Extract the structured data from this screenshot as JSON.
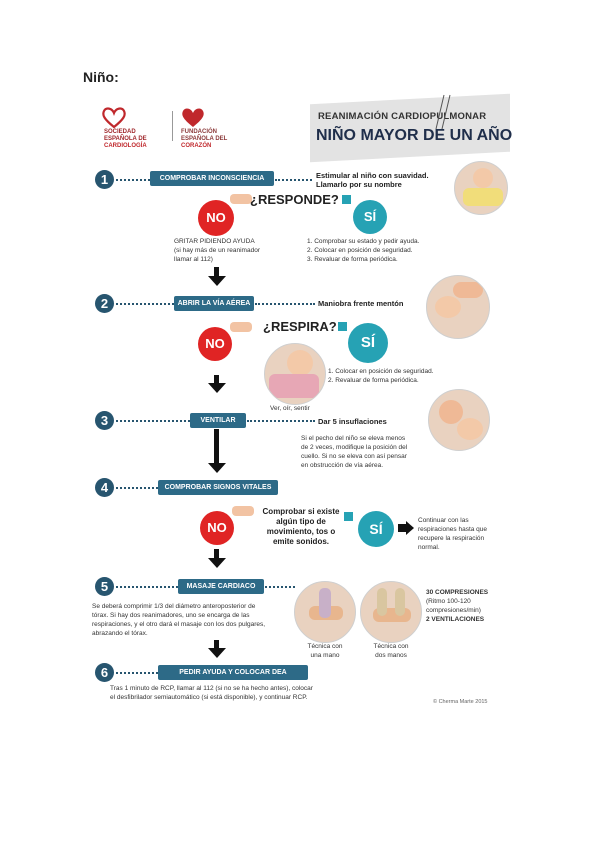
{
  "heading": "Niño:",
  "logos": {
    "left": [
      "SOCIEDAD",
      "ESPAÑOLA DE",
      "CARDIOLOGÍA"
    ],
    "right": [
      "FUNDACIÓN",
      "ESPAÑOLA DEL",
      "CORAZÓN"
    ]
  },
  "banner": {
    "line1": "REANIMACIÓN CARDIOPULMONAR",
    "line2": "NIÑO MAYOR DE UN AÑO"
  },
  "steps": [
    {
      "num": "1",
      "label": "COMPROBAR INCONSCIENCIA",
      "note": "Estimular al niño con suavidad. Llamarlo por su nombre"
    },
    {
      "num": "2",
      "label": "ABRIR LA VÍA AÉREA",
      "note": "Maniobra frente mentón"
    },
    {
      "num": "3",
      "label": "VENTILAR",
      "note": "Dar 5 insuflaciones"
    },
    {
      "num": "4",
      "label": "COMPROBAR SIGNOS VITALES",
      "note": ""
    },
    {
      "num": "5",
      "label": "MASAJE CARDIACO",
      "note": ""
    },
    {
      "num": "6",
      "label": "PEDIR AYUDA Y COLOCAR DEA",
      "note": ""
    }
  ],
  "no": "NO",
  "si": "SÍ",
  "q1": "¿RESPONDE?",
  "q2": "¿RESPIRA?",
  "q4": [
    "Comprobar si existe",
    "algún tipo de",
    "movimiento, tos o",
    "emite sonidos."
  ],
  "no1_text": [
    "GRITAR PIDIENDO AYUDA",
    "(si hay más de un reanimador",
    "llamar al 112)"
  ],
  "si1_items": [
    "1. Comprobar su estado y pedir ayuda.",
    "2. Colocar en posición de seguridad.",
    "3. Revaluar de forma periódica."
  ],
  "si2_items": [
    "1. Colocar en posición de seguridad.",
    "2. Revaluar de forma periódica."
  ],
  "ver_oir": "Ver, oír, sentir",
  "vent_text": [
    "Si el pecho del niño se eleva menos",
    "de 2 veces, modifique la posición del",
    "cuello. Si no se eleva con así pensar",
    "en obstrucción de vía aérea."
  ],
  "si4_text": [
    "Continuar con las",
    "respiraciones hasta que",
    "recupere la respiración",
    "normal."
  ],
  "masaje_text": [
    "Se deberá comprimir 1/3 del diámetro anteroposterior de",
    "tórax. Si hay dos reanimadores, uno se encarga de las",
    "respiraciones, y el otro dará el masaje con los dos pulgares,",
    "abrazando el tórax."
  ],
  "compresiones": [
    "30 COMPRESIONES",
    "(Ritmo 100-120",
    "compresiones/min)",
    "2 VENTILACIONES"
  ],
  "tecnica1": [
    "Técnica con",
    "una mano"
  ],
  "tecnica2": [
    "Técnica con",
    "dos manos"
  ],
  "dea_text": [
    "Tras 1 minuto de RCP, llamar al 112 (si no se ha hecho antes), colocar",
    "el desfibrilador semiautomático (si está disponible), y continuar RCP."
  ],
  "copyright": "© Cherma Marte 2015"
}
